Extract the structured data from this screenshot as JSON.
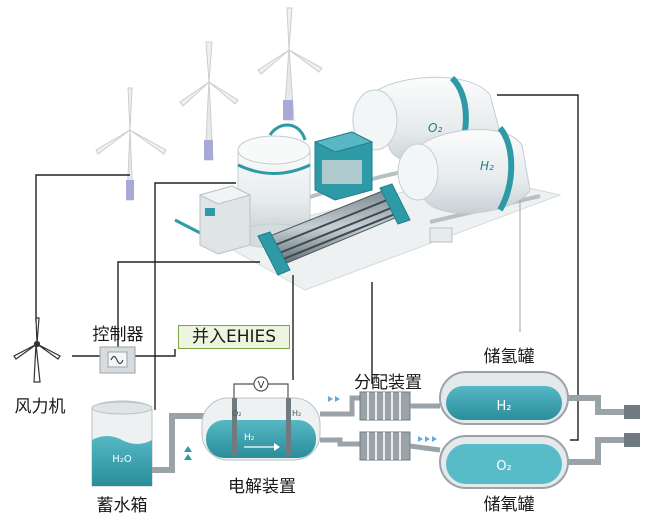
{
  "labels": {
    "wind_turbine": "风力机",
    "controller": "控制器",
    "grid_connect": "并入EHIES",
    "distribution": "分配装置",
    "electrolyzer": "电解装置",
    "water_tank": "蓄水箱",
    "h2_tank": "储氢罐",
    "o2_tank": "储氧罐"
  },
  "symbols": {
    "h2": "H₂",
    "o2": "O₂",
    "h2o": "H₂O",
    "voltmeter": "V",
    "tank_o2": "O₂",
    "tank_h2": "H₂",
    "cell_o2": "O₂",
    "cell_h2": "H₂",
    "cell_flow": "H₂"
  },
  "colors": {
    "teal": "#2e9aa6",
    "teal_dark": "#1e7f8c",
    "water": "#3fa8b6",
    "pipe": "#9aa3a8",
    "line": "#222222",
    "tag_fill": "#eef5df",
    "tag_border": "#7aa64a"
  }
}
